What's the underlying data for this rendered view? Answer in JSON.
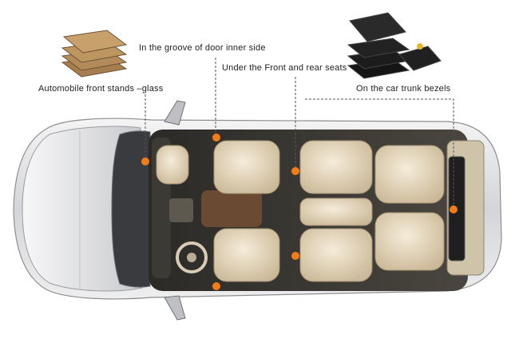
{
  "labels": {
    "front_glass": "Automobile front stands –glass",
    "door_groove": "In the groove of door inner side",
    "under_seats": "Under the Front and rear seats",
    "trunk_bezels": "On the car trunk bezels"
  },
  "colors": {
    "marker": "#f07d18",
    "leader_line": "#555555",
    "car_body": "#d9dadc",
    "interior": "#e9dcc2",
    "charcoal_bag": "#222222",
    "bamboo_bag": "#b08758"
  },
  "products": [
    {
      "icon": "bamboo-charcoal-bag-stack-icon"
    },
    {
      "icon": "black-charcoal-bag-stack-icon"
    }
  ]
}
